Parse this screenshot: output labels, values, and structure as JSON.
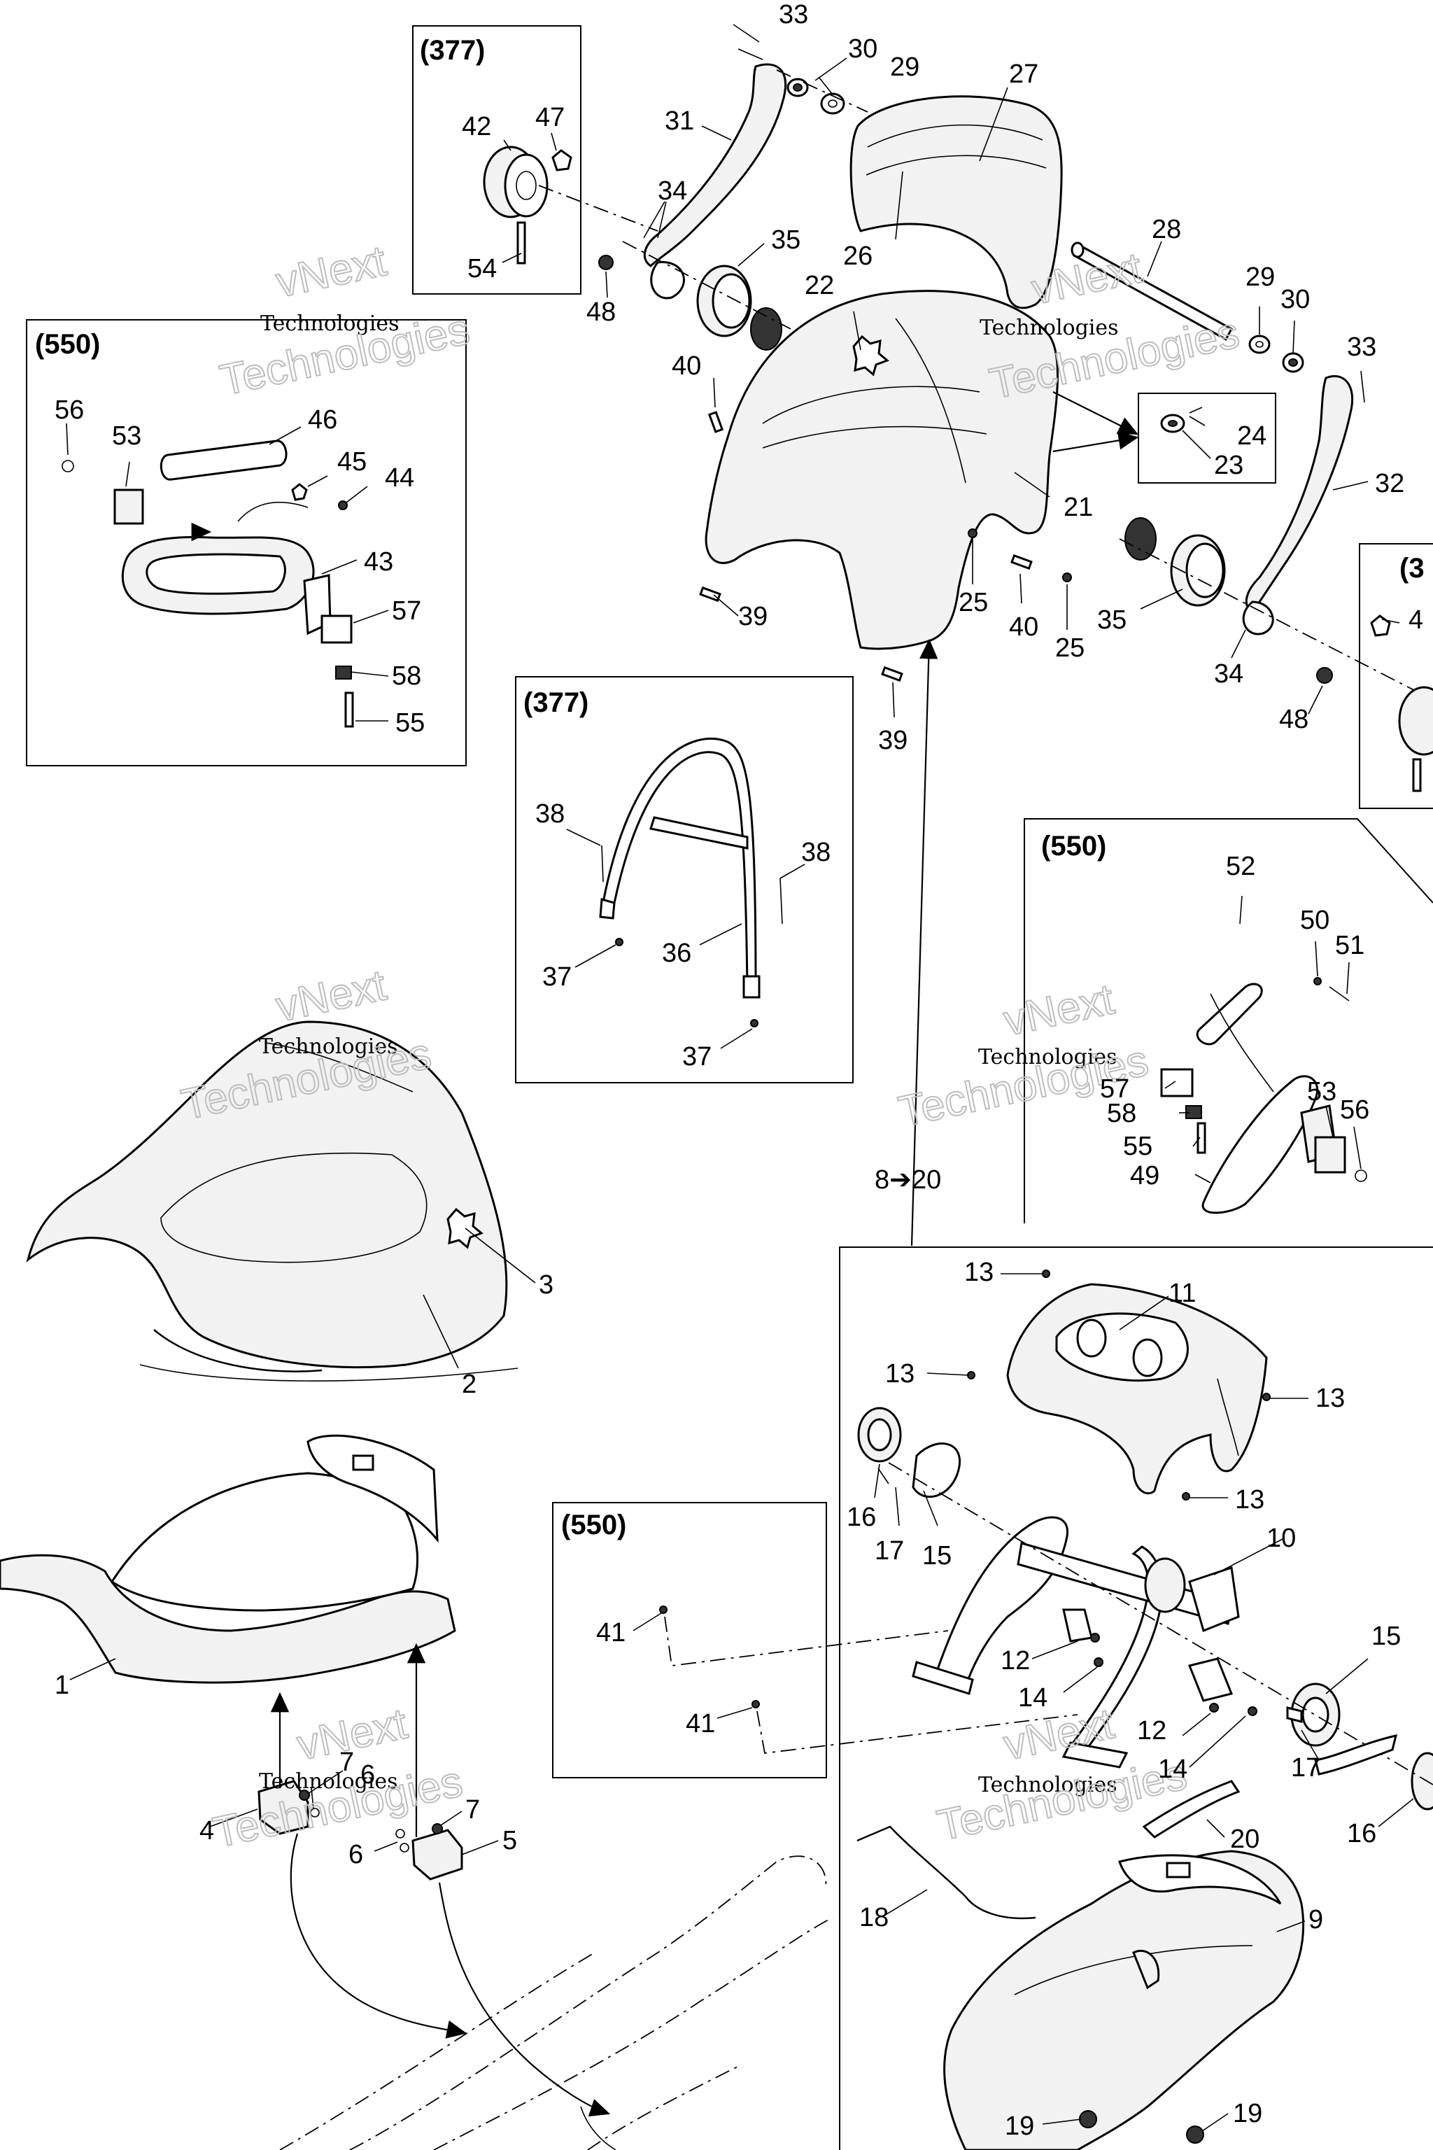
{
  "option_boxes": [
    {
      "id": "b377a",
      "label": "(377)"
    },
    {
      "id": "b550a",
      "label": "(550)"
    },
    {
      "id": "b377b",
      "label": "(377)"
    },
    {
      "id": "b550b",
      "label": "(550)"
    },
    {
      "id": "b550c",
      "label": "(550)"
    },
    {
      "id": "b3cut",
      "label": "(3"
    }
  ],
  "flow_note": "8➔20",
  "watermark": {
    "line1": "vNext",
    "line2": "Technologies",
    "big": "Technologies"
  },
  "callouts": [
    {
      "id": "c33a",
      "text": "33"
    },
    {
      "id": "c30a",
      "text": "30"
    },
    {
      "id": "c29a",
      "text": "29"
    },
    {
      "id": "c27",
      "text": "27"
    },
    {
      "id": "c31",
      "text": "31"
    },
    {
      "id": "c34a",
      "text": "34"
    },
    {
      "id": "c35a",
      "text": "35"
    },
    {
      "id": "c26",
      "text": "26"
    },
    {
      "id": "c42",
      "text": "42"
    },
    {
      "id": "c47a",
      "text": "47"
    },
    {
      "id": "c54",
      "text": "54"
    },
    {
      "id": "c48a",
      "text": "48"
    },
    {
      "id": "c22",
      "text": "22"
    },
    {
      "id": "c28",
      "text": "28"
    },
    {
      "id": "c29b",
      "text": "29"
    },
    {
      "id": "c30b",
      "text": "30"
    },
    {
      "id": "c33b",
      "text": "33"
    },
    {
      "id": "c56a",
      "text": "56"
    },
    {
      "id": "c53a",
      "text": "53"
    },
    {
      "id": "c46",
      "text": "46"
    },
    {
      "id": "c45",
      "text": "45"
    },
    {
      "id": "c44",
      "text": "44"
    },
    {
      "id": "c43",
      "text": "43"
    },
    {
      "id": "c57a",
      "text": "57"
    },
    {
      "id": "c58a",
      "text": "58"
    },
    {
      "id": "c55a",
      "text": "55"
    },
    {
      "id": "c40a",
      "text": "40"
    },
    {
      "id": "c24",
      "text": "24"
    },
    {
      "id": "c23",
      "text": "23"
    },
    {
      "id": "c32",
      "text": "32"
    },
    {
      "id": "c21",
      "text": "21"
    },
    {
      "id": "c39a",
      "text": "39"
    },
    {
      "id": "c25a",
      "text": "25"
    },
    {
      "id": "c40b",
      "text": "40"
    },
    {
      "id": "c25b",
      "text": "25"
    },
    {
      "id": "c35b",
      "text": "35"
    },
    {
      "id": "c34b",
      "text": "34"
    },
    {
      "id": "c48b",
      "text": "48"
    },
    {
      "id": "c39b",
      "text": "39"
    },
    {
      "id": "c47b",
      "text": "4"
    },
    {
      "id": "c38a",
      "text": "38"
    },
    {
      "id": "c38b",
      "text": "38"
    },
    {
      "id": "c37a",
      "text": "37"
    },
    {
      "id": "c36",
      "text": "36"
    },
    {
      "id": "c37b",
      "text": "37"
    },
    {
      "id": "c52",
      "text": "52"
    },
    {
      "id": "c50",
      "text": "50"
    },
    {
      "id": "c51",
      "text": "51"
    },
    {
      "id": "c57b",
      "text": "57"
    },
    {
      "id": "c53b",
      "text": "53"
    },
    {
      "id": "c58b",
      "text": "58"
    },
    {
      "id": "c56b",
      "text": "56"
    },
    {
      "id": "c55b",
      "text": "55"
    },
    {
      "id": "c49",
      "text": "49"
    },
    {
      "id": "c3",
      "text": "3"
    },
    {
      "id": "c2",
      "text": "2"
    },
    {
      "id": "c13a",
      "text": "13"
    },
    {
      "id": "c11",
      "text": "11"
    },
    {
      "id": "c13b",
      "text": "13"
    },
    {
      "id": "c13c",
      "text": "13"
    },
    {
      "id": "c13d",
      "text": "13"
    },
    {
      "id": "c16a",
      "text": "16"
    },
    {
      "id": "c17a",
      "text": "17"
    },
    {
      "id": "c15a",
      "text": "15"
    },
    {
      "id": "c10",
      "text": "10"
    },
    {
      "id": "c1",
      "text": "1"
    },
    {
      "id": "c41a",
      "text": "41"
    },
    {
      "id": "c12a",
      "text": "12"
    },
    {
      "id": "c14a",
      "text": "14"
    },
    {
      "id": "c15b",
      "text": "15"
    },
    {
      "id": "c41b",
      "text": "41"
    },
    {
      "id": "c12b",
      "text": "12"
    },
    {
      "id": "c14b",
      "text": "14"
    },
    {
      "id": "c17b",
      "text": "17"
    },
    {
      "id": "c7a",
      "text": "7"
    },
    {
      "id": "c6a",
      "text": "6"
    },
    {
      "id": "c4",
      "text": "4"
    },
    {
      "id": "c7b",
      "text": "7"
    },
    {
      "id": "c6b",
      "text": "6"
    },
    {
      "id": "c5",
      "text": "5"
    },
    {
      "id": "c16b",
      "text": "16"
    },
    {
      "id": "c20",
      "text": "20"
    },
    {
      "id": "c18",
      "text": "18"
    },
    {
      "id": "c9",
      "text": "9"
    },
    {
      "id": "c19a",
      "text": "19"
    },
    {
      "id": "c19b",
      "text": "19"
    }
  ]
}
